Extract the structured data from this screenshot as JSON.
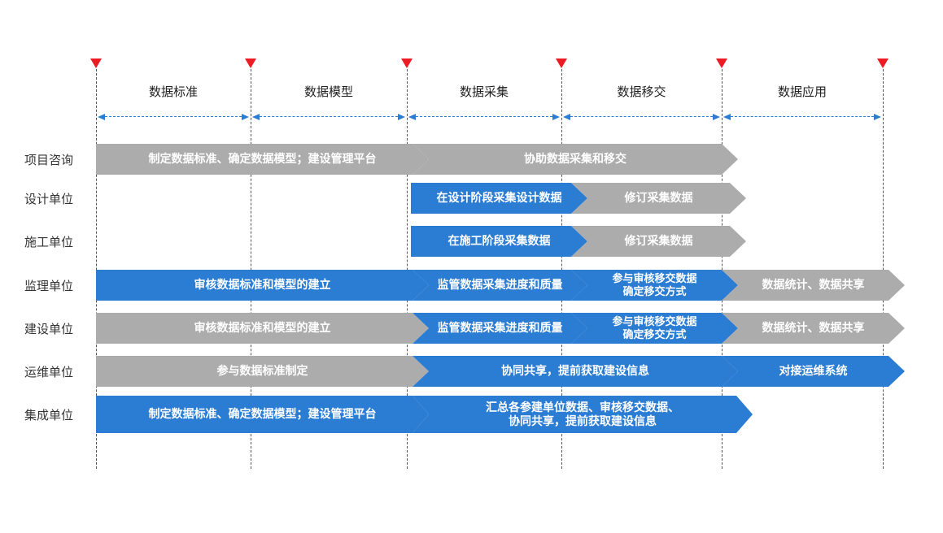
{
  "colors": {
    "bar_blue": "#2B7CD3",
    "bar_gray": "#ACACAC",
    "marker_red": "#ED1C24",
    "arrow_blue": "#2B7CD3"
  },
  "phases": [
    {
      "label": "数据标准"
    },
    {
      "label": "数据模型"
    },
    {
      "label": "数据采集"
    },
    {
      "label": "数据移交"
    },
    {
      "label": "数据应用"
    }
  ],
  "rows": [
    {
      "label": "项目咨询",
      "bars": [
        {
          "text": "制定数据标准、确定数据模型；建设管理平台",
          "color": "gray"
        },
        {
          "text": "协助数据采集和移交",
          "color": "gray"
        }
      ]
    },
    {
      "label": "设计单位",
      "bars": [
        {
          "text": "在设计阶段采集设计数据",
          "color": "blue"
        },
        {
          "text": "修订采集数据",
          "color": "gray"
        }
      ]
    },
    {
      "label": "施工单位",
      "bars": [
        {
          "text": "在施工阶段采集数据",
          "color": "blue"
        },
        {
          "text": "修订采集数据",
          "color": "gray"
        }
      ]
    },
    {
      "label": "监理单位",
      "bars": [
        {
          "text": "审核数据标准和模型的建立",
          "color": "blue"
        },
        {
          "text": "监管数据采集进度和质量",
          "color": "blue"
        },
        {
          "text": "参与审核移交数据\n确定移交方式",
          "color": "blue"
        },
        {
          "text": "数据统计、数据共享",
          "color": "gray"
        }
      ]
    },
    {
      "label": "建设单位",
      "bars": [
        {
          "text": "审核数据标准和模型的建立",
          "color": "gray"
        },
        {
          "text": "监管数据采集进度和质量",
          "color": "blue"
        },
        {
          "text": "参与审核移交数据\n确定移交方式",
          "color": "blue"
        },
        {
          "text": "数据统计、数据共享",
          "color": "gray"
        }
      ]
    },
    {
      "label": "运维单位",
      "bars": [
        {
          "text": "参与数据标准制定",
          "color": "gray"
        },
        {
          "text": "协同共享，提前获取建设信息",
          "color": "blue"
        },
        {
          "text": "对接运维系统",
          "color": "blue"
        }
      ]
    },
    {
      "label": "集成单位",
      "bars": [
        {
          "text": "制定数据标准、确定数据模型；建设管理平台",
          "color": "blue"
        },
        {
          "text": "汇总各参建单位数据、审核移交数据、\n协同共享，提前获取建设信息",
          "color": "blue"
        }
      ]
    }
  ]
}
